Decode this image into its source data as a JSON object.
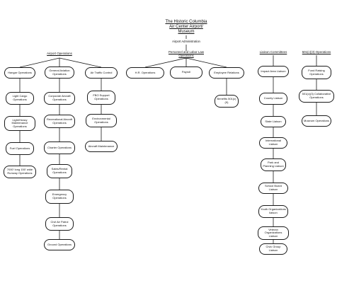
{
  "title": {
    "line1": "The Historic Columbia",
    "line2": "Air Center Airport/",
    "line3": "Museum"
  },
  "admin": "Airport Administration",
  "headers": {
    "airport_operations": "Airport Operations",
    "personnel_line1": "Personnel and Labor Law",
    "personnel_line2": "Operations",
    "liaison_committees": "Liaison Committees",
    "nonprofit_operations": "501(c)(3) Operations"
  },
  "nodes": {
    "hangar": "Hangar Operations",
    "light_cargo": "Light Cargo Operations",
    "maintenance": "Light/Heavy Maintenance Operations",
    "fuel": "Fuel Operations",
    "runway": "7000' long 150' wide Runway Operations",
    "general_aviation": "General Aviation Operations",
    "corporate_aircraft": "Corporate Aircraft Operations",
    "recreational_aircraft": "Recreational Aircraft Operations",
    "charter": "Charter Operations",
    "sales_rental": "Sales/Rental Operations",
    "emergency": "Emergency Operations",
    "civil_air_patrol": "Civil Air Patrol Operations",
    "ground": "Ground Operations",
    "air_traffic": "Air Traffic Control",
    "fbo": "FBO Support Operations",
    "environmental": "Environmental Operations",
    "aircraft_maintenance": "Aircraft Maintenance",
    "hr": "H.R. Operations",
    "payroll": "Payroll",
    "employee_relations": "Employee Relations",
    "benefits": "Benefits 501(c)(9)",
    "impact_area": "Impact Area Liaison",
    "county": "County Liaison",
    "state": "State Liaison",
    "international": "International Liaison",
    "park_planning": "Park and Planning Liaison",
    "school_board": "School Board Liaison",
    "youth_org": "Youth Organizations liaison",
    "veteran_org": "Veteran Organizations Liaison",
    "civic_group": "Civic Group Liaison",
    "fund_raising": "Fund Raising Operations",
    "collaborative": "501(c)(3) Collaborative Operations",
    "museum": "Museum Operations"
  }
}
